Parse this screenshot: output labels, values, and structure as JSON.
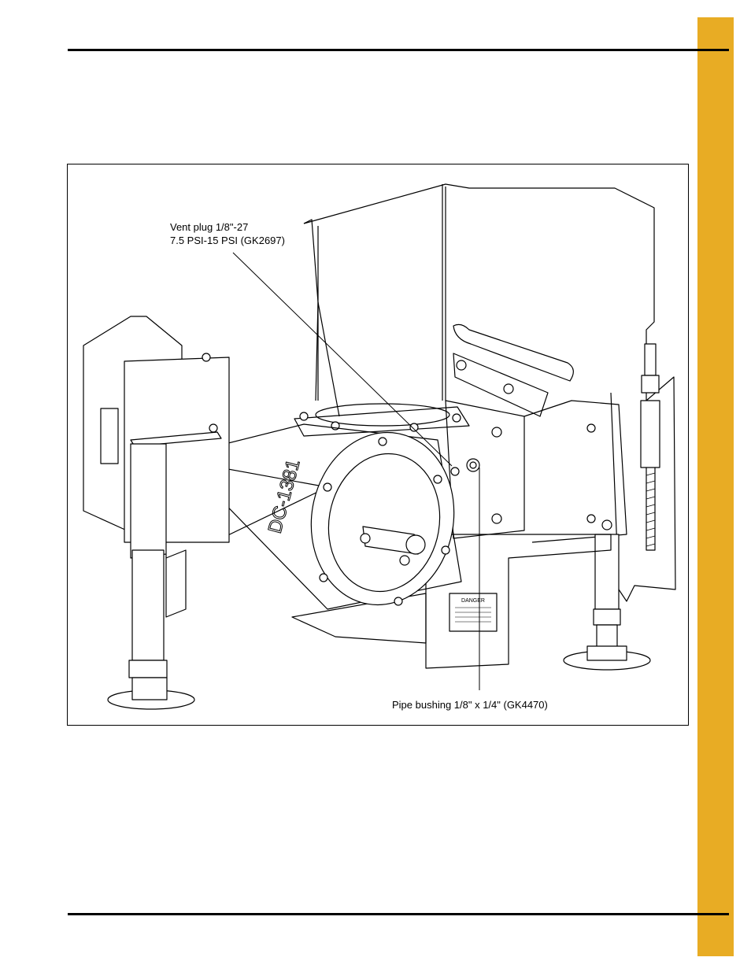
{
  "colors": {
    "side_tab": "#e8ac24",
    "rule": "#000000",
    "frame": "#000000"
  },
  "figure": {
    "vent_plug_callout": {
      "line1": "Vent plug 1/8\"-27",
      "line2": "7.5 PSI-15 PSI (GK2697)"
    },
    "pipe_bushing_callout": {
      "text": "Pipe bushing 1/8\" x 1/4\" (GK4470)"
    },
    "tube_marking": "DC-1381",
    "decal_heading": "DANGER"
  }
}
